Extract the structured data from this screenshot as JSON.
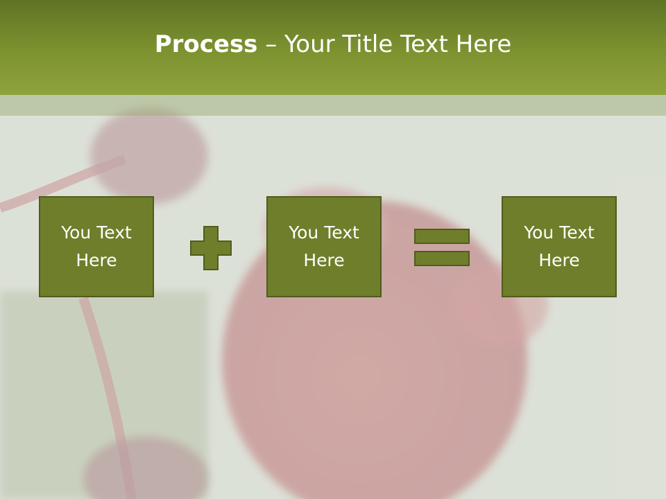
{
  "slide": {
    "title_bold": "Process",
    "title_rest": " – Your Title Text Here"
  },
  "process": {
    "boxes": [
      {
        "text": "You Text Here"
      },
      {
        "text": "You Text Here"
      },
      {
        "text": "You Text Here"
      }
    ],
    "operators": [
      "plus-icon",
      "equals-icon"
    ]
  },
  "colors": {
    "header": "#7d9330",
    "box_fill": "#6f7e2b",
    "box_border": "#4f5c1b",
    "operator_fill": "#6f7e2b"
  }
}
